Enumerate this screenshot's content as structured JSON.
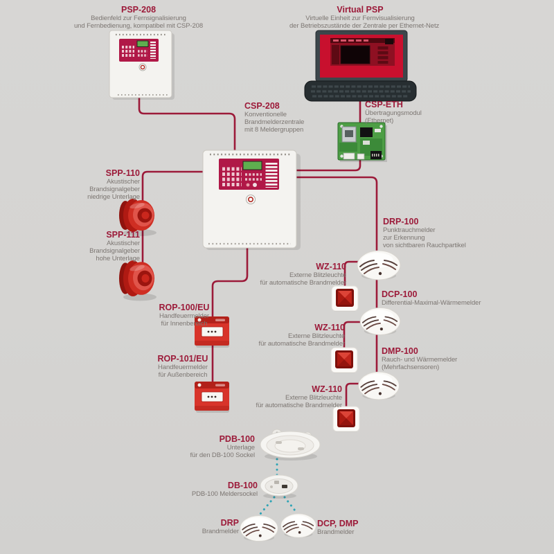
{
  "colors": {
    "accent": "#9c1a39",
    "body_text": "#7c7672",
    "dotted_link": "#2ea4b5",
    "background": "#d5d4d2",
    "device_red": "#c8102e",
    "pcb_green": "#4d9e45"
  },
  "nodes": {
    "psp208": {
      "name": "PSP-208",
      "desc": [
        "Bedienfeld zur Fernsignalisierung",
        "und Fernbedienung, kompatibel mit CSP-208"
      ]
    },
    "virtual_psp": {
      "name": "Virtual PSP",
      "desc": [
        "Virtuelle Einheit zur Fernvisualisierung",
        "der Betriebszustände der Zentrale per Ethernet-Netz"
      ]
    },
    "csp_eth": {
      "name": "CSP-ETH",
      "desc": [
        "Übertragungsmodul",
        "(Ethernet)"
      ]
    },
    "csp208": {
      "name": "CSP-208",
      "desc": [
        "Konventionelle",
        "Brandmelderzentrale",
        "mit 8 Meldergruppen"
      ]
    },
    "spp110": {
      "name": "SPP-110",
      "desc": [
        "Akustischer",
        "Brandsignalgeber",
        "niedrige Unterlage"
      ]
    },
    "spp111": {
      "name": "SPP-111",
      "desc": [
        "Akustischer",
        "Brandsignalgeber",
        "hohe Unterlage"
      ]
    },
    "rop100": {
      "name": "ROP-100/EU",
      "desc": [
        "Handfeuermelder",
        "für Innenbereich"
      ]
    },
    "rop101": {
      "name": "ROP-101/EU",
      "desc": [
        "Handfeuermelder",
        "für Außenbereich"
      ]
    },
    "drp100": {
      "name": "DRP-100",
      "desc": [
        "Punktrauchmelder",
        "zur Erkennung",
        "von sichtbaren Rauchpartikel"
      ]
    },
    "wz110_1": {
      "name": "WZ-110",
      "desc": [
        "Externe Blitzleuchte",
        "für automatische Brandmelder"
      ]
    },
    "dcp100": {
      "name": "DCP-100",
      "desc": [
        "Differential-Maximal-Wärmemelder"
      ]
    },
    "wz110_2": {
      "name": "WZ-110",
      "desc": [
        "Externe Blitzleuchte",
        "für automatische Brandmelder"
      ]
    },
    "dmp100": {
      "name": "DMP-100",
      "desc": [
        "Rauch- und Wärmemelder",
        "(Mehrfachsensoren)"
      ]
    },
    "wz110_3": {
      "name": "WZ-110",
      "desc": [
        "Externe Blitzleuchte",
        "für automatische Brandmelder"
      ]
    },
    "pdb100": {
      "name": "PDB-100",
      "desc": [
        "Unterlage",
        "für den DB-100 Sockel"
      ]
    },
    "db100": {
      "name": "DB-100",
      "desc": [
        "PDB-100 Meldersockel"
      ]
    },
    "drp": {
      "name": "DRP",
      "desc": [
        "Brandmelder"
      ]
    },
    "dcp_dmp": {
      "name": "DCP, DMP",
      "desc": [
        "Brandmelder"
      ]
    }
  }
}
